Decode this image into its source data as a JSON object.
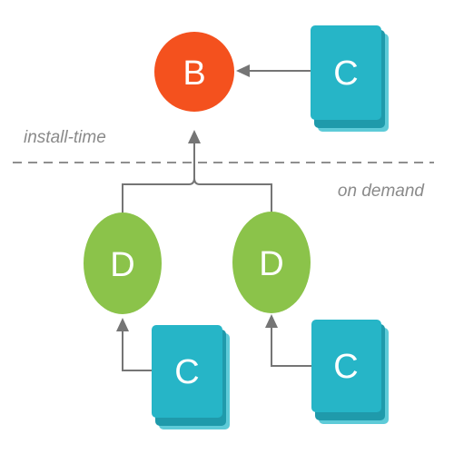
{
  "zones": {
    "upper": "install-time",
    "lower": "on demand"
  },
  "nodes": {
    "base": {
      "label": "B",
      "shape": "circle",
      "color": "#f4511e"
    },
    "base_config": {
      "label": "C",
      "shape": "stacked-card",
      "color": "#26b5c7"
    },
    "feature_left": {
      "label": "D",
      "shape": "circle",
      "color": "#8bc34a"
    },
    "feature_right": {
      "label": "D",
      "shape": "circle",
      "color": "#8bc34a"
    },
    "feature_left_config": {
      "label": "C",
      "shape": "stacked-card",
      "color": "#26b5c7"
    },
    "feature_right_config": {
      "label": "C",
      "shape": "stacked-card",
      "color": "#26b5c7"
    }
  },
  "edges": [
    {
      "from": "base_config",
      "to": "base"
    },
    {
      "from": "feature_left",
      "to": "base"
    },
    {
      "from": "feature_right",
      "to": "base"
    },
    {
      "from": "feature_left_config",
      "to": "feature_left"
    },
    {
      "from": "feature_right_config",
      "to": "feature_right"
    }
  ],
  "colors": {
    "edge": "#757575",
    "card_shadow": "#1f9aab",
    "card_back": "#5ecbd8"
  }
}
